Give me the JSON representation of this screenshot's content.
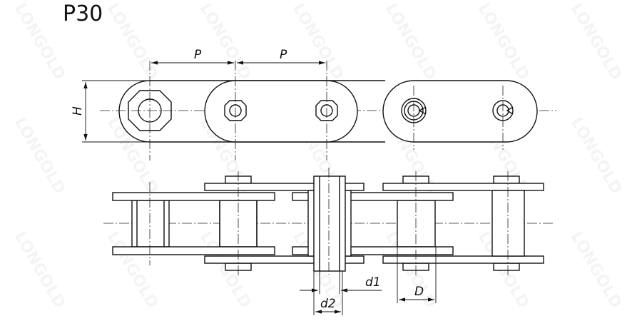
{
  "title": "P30",
  "watermark": "LONGOLD",
  "labels": {
    "pitch_1": "P",
    "pitch_2": "P",
    "height": "H",
    "pin_diameter": "d1",
    "bushing_diameter": "d2",
    "roller_diameter": "D"
  }
}
